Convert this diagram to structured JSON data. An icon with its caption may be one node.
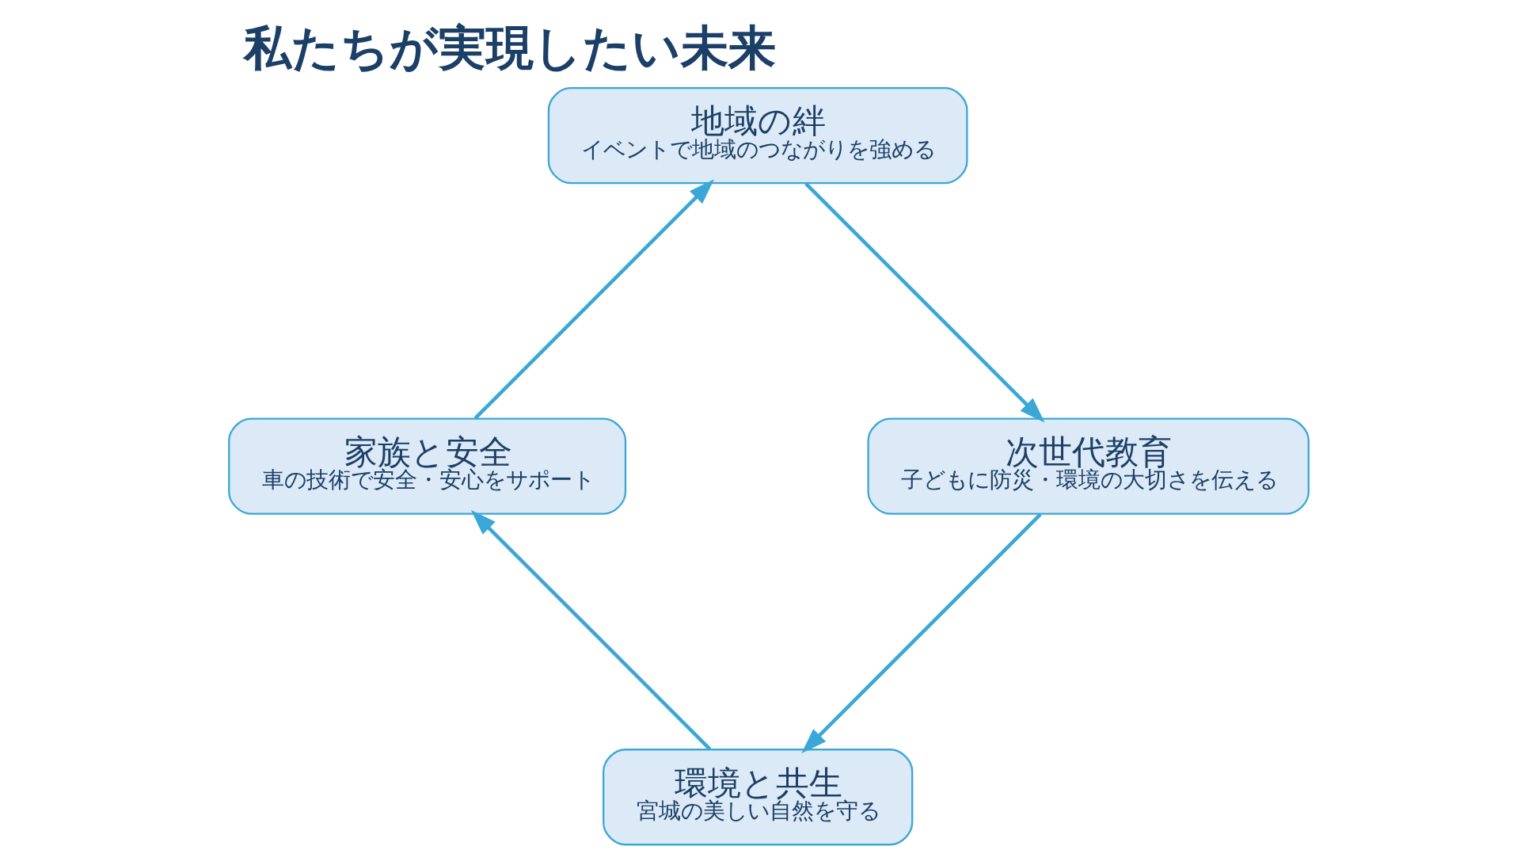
{
  "diagram": {
    "title": "私たちが実現したい未来",
    "nodes": [
      {
        "text": [
          "環境と共生",
          "宮城の美しい自然を守る"
        ]
      },
      {
        "text": [
          "家族と安全",
          "車の技術で安全・安心をサポート"
        ]
      },
      {
        "text": [
          "地域の絆",
          "イベントで地域のつながりを強める"
        ]
      },
      {
        "text": [
          "次世代教育",
          "子どもに防災・環境の大切さを伝える"
        ]
      }
    ],
    "edges": [
      {
        "from": 0,
        "to": 1,
        "arrow": "to"
      },
      {
        "from": 1,
        "to": 2,
        "arrow": "to"
      },
      {
        "from": 2,
        "to": 3,
        "arrow": "to"
      },
      {
        "from": 3,
        "to": 0,
        "arrow": "to"
      }
    ]
  }
}
